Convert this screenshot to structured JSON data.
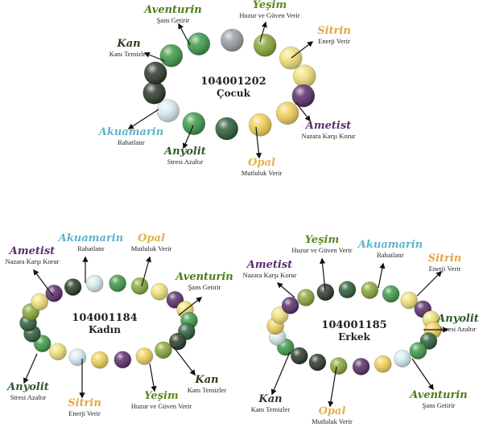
{
  "bracelets": [
    {
      "code": "104001202",
      "name": "Çocuk",
      "labels": [
        {
          "name": "Aventurin",
          "desc": "Şans Getirir",
          "color": "#4a7d1c"
        },
        {
          "name": "Yeşim",
          "desc": "Huzur ve Güven Verir",
          "color": "#5b8a1e"
        },
        {
          "name": "Sitrin",
          "desc": "Enerji Verir",
          "color": "#e3a54a"
        },
        {
          "name": "Kan",
          "desc": "Kanı Temizler",
          "color": "#2a3d22"
        },
        {
          "name": "Akuamarin",
          "desc": "Rahatlatır",
          "color": "#5fb3c8"
        },
        {
          "name": "Ametist",
          "desc": "Nazara Karşı Korur",
          "color": "#5c2d6e"
        },
        {
          "name": "Anyolit",
          "desc": "Stresi Azaltır",
          "color": "#2f5a2a"
        },
        {
          "name": "Opal",
          "desc": "Mutluluk Verir",
          "color": "#e0b54a"
        }
      ]
    },
    {
      "code": "104001184",
      "name": "Kadın",
      "labels": [
        {
          "name": "Ametist",
          "desc": "Nazara Karşı Korur",
          "color": "#5c2d6e"
        },
        {
          "name": "Akuamarin",
          "desc": "Rahatlatır",
          "color": "#5fb3c8"
        },
        {
          "name": "Opal",
          "desc": "Mutluluk Verir",
          "color": "#e0b54a"
        },
        {
          "name": "Aventurin",
          "desc": "Şans Getirir",
          "color": "#4a7d1c"
        },
        {
          "name": "Anyolit",
          "desc": "Stresi Azaltır",
          "color": "#2f5a2a"
        },
        {
          "name": "Sitrin",
          "desc": "Enerji Verir",
          "color": "#e3a54a"
        },
        {
          "name": "Yeşim",
          "desc": "Huzur ve Güven Verir",
          "color": "#5b8a1e"
        },
        {
          "name": "Kan",
          "desc": "Kanı Temizler",
          "color": "#2a3d22"
        }
      ]
    },
    {
      "code": "104001185",
      "name": "Erkek",
      "labels": [
        {
          "name": "Yeşim",
          "desc": "Huzur ve Güven Verir",
          "color": "#5b8a1e"
        },
        {
          "name": "Akuamarin",
          "desc": "Rahatlatır",
          "color": "#5fb3c8"
        },
        {
          "name": "Ametist",
          "desc": "Nazara Karşı Korur",
          "color": "#5c2d6e"
        },
        {
          "name": "Sitrin",
          "desc": "Enerji Verir",
          "color": "#e3a54a"
        },
        {
          "name": "Anyolit",
          "desc": "Stresi Azaltır",
          "color": "#2f5a2a"
        },
        {
          "name": "Aventurin",
          "desc": "Şans Getirir",
          "color": "#4a7d1c"
        },
        {
          "name": "Kan",
          "desc": "Kanı Temizler",
          "color": "#2a3d22"
        },
        {
          "name": "Opal",
          "desc": "Mutluluk Verir",
          "color": "#e0b54a"
        }
      ]
    }
  ],
  "bead_colors": {
    "aventurin": "#3f9a4a",
    "yesim": "#8aa83a",
    "sitrin": "#f1e27a",
    "kan": "#2c3a2a",
    "akuamarin": "#d8eef0",
    "ametist": "#5a2f6a",
    "anyolit": "#2f5e3a",
    "opal": "#f0d25a",
    "charm": "#9aa0a6"
  }
}
